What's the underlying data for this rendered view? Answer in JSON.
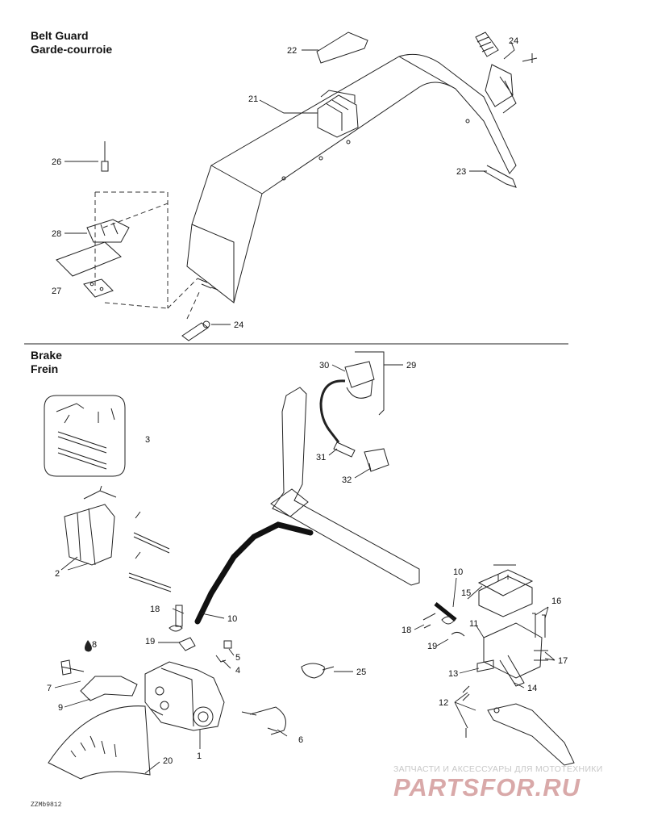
{
  "sections": {
    "belt_guard": {
      "title_en": "Belt Guard",
      "title_fr": "Garde-courroie"
    },
    "brake": {
      "title_en": "Brake",
      "title_fr": "Frein"
    }
  },
  "callouts": {
    "belt_guard": [
      "22",
      "24",
      "21",
      "26",
      "23",
      "28",
      "27",
      "24"
    ],
    "brake": [
      "30",
      "29",
      "3",
      "31",
      "32",
      "2",
      "10",
      "15",
      "16",
      "18",
      "10",
      "18",
      "11",
      "8",
      "19",
      "19",
      "5",
      "4",
      "13",
      "17",
      "14",
      "25",
      "7",
      "9",
      "12",
      "6",
      "1",
      "20"
    ]
  },
  "diagram_code": "ZZMb9812",
  "watermark": {
    "line1": "ЗАПЧАСТИ И АКСЕССУАРЫ ДЛЯ МОТОТЕХНИКИ",
    "logo": "PARTSFOR.RU"
  },
  "colors": {
    "ink": "#222222",
    "watermark_red": "#d9a9a9",
    "watermark_grey": "#c8c8c8"
  }
}
